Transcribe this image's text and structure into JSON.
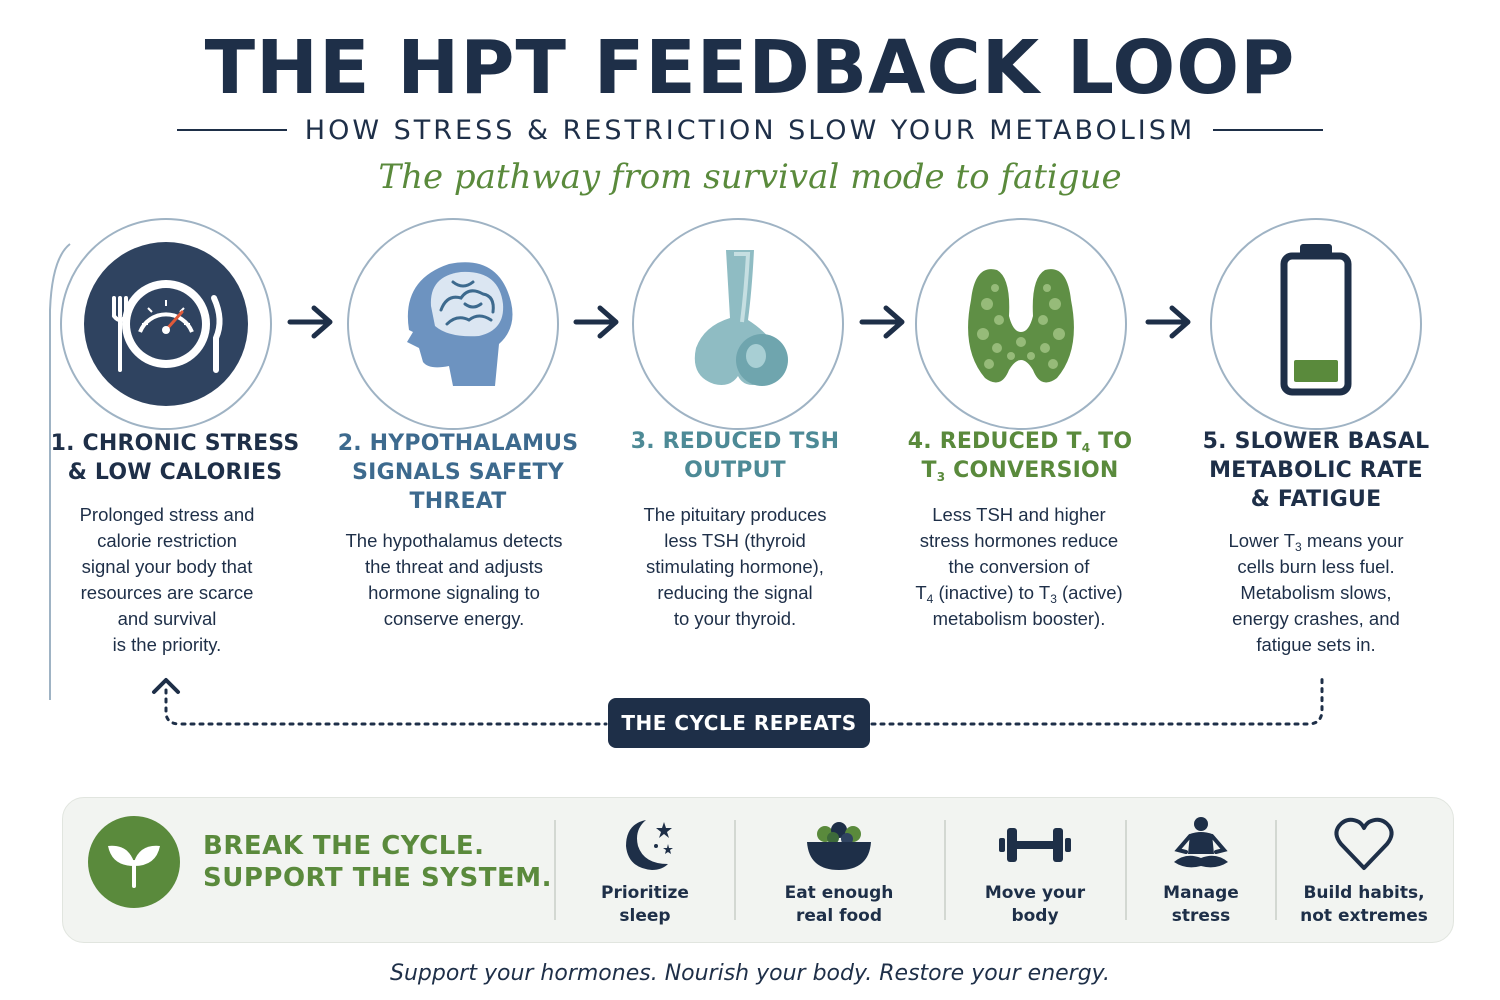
{
  "header": {
    "title": "THE HPT FEEDBACK LOOP",
    "subtitle": "HOW STRESS & RESTRICTION SLOW YOUR METABOLISM",
    "tagline": "The pathway from survival mode to fatigue"
  },
  "colors": {
    "navy": "#1e2f48",
    "steel_blue": "#3d6a8e",
    "teal": "#4d8a96",
    "green": "#5a8a3c",
    "panel_bg": "#f2f4f1"
  },
  "steps": [
    {
      "icon": "stress-plate-gauge-icon",
      "color": "#1e2f48",
      "title_html": "1. CHRONIC STRESS\n& LOW CALORIES",
      "text_html": "Prolonged stress and\ncalorie restriction\nsignal your body that\nresources are scarce\nand survival\nis the priority."
    },
    {
      "icon": "brain-head-icon",
      "color": "#3d6a8e",
      "title_html": "2. HYPOTHALAMUS\nSIGNALS SAFETY\nTHREAT",
      "text_html": "The hypothalamus detects\nthe threat and adjusts\nhormone signaling to\nconserve energy."
    },
    {
      "icon": "pituitary-gland-icon",
      "color": "#4d8a96",
      "title_html": "3. REDUCED TSH\nOUTPUT",
      "text_html": "The pituitary produces\nless TSH (thyroid\nstimulating hormone),\nreducing the signal\nto your thyroid."
    },
    {
      "icon": "thyroid-gland-icon",
      "color": "#5a8a3c",
      "title_html": "4. REDUCED T<sub>4</sub> TO\nT<sub>3</sub> CONVERSION",
      "text_html": "Less TSH and higher\nstress hormones reduce\nthe conversion of\nT<sub>4</sub> (inactive) to T<sub>3</sub> (active)\nmetabolism booster)."
    },
    {
      "icon": "low-battery-icon",
      "color": "#1e2f48",
      "title_html": "5. SLOWER BASAL\nMETABOLIC RATE\n& FATIGUE",
      "text_html": "Lower T<sub>3</sub> means your\ncells burn less fuel.\nMetabolism slows,\nenergy crashes, and\nfatigue sets in."
    }
  ],
  "loop": {
    "label": "THE CYCLE REPEATS"
  },
  "break_cycle": {
    "icon": "sprout-leaf-icon",
    "line1": "BREAK THE CYCLE.",
    "line2": "SUPPORT THE SYSTEM.",
    "tips": [
      {
        "icon": "moon-stars-icon",
        "label": "Prioritize\nsleep"
      },
      {
        "icon": "salad-bowl-icon",
        "label": "Eat enough\nreal food"
      },
      {
        "icon": "dumbbell-icon",
        "label": "Move your\nbody"
      },
      {
        "icon": "meditation-icon",
        "label": "Manage\nstress"
      },
      {
        "icon": "heart-outline-icon",
        "label": "Build habits,\nnot extremes"
      }
    ]
  },
  "footer": {
    "text": "Support your hormones. Nourish your body. Restore your energy."
  }
}
